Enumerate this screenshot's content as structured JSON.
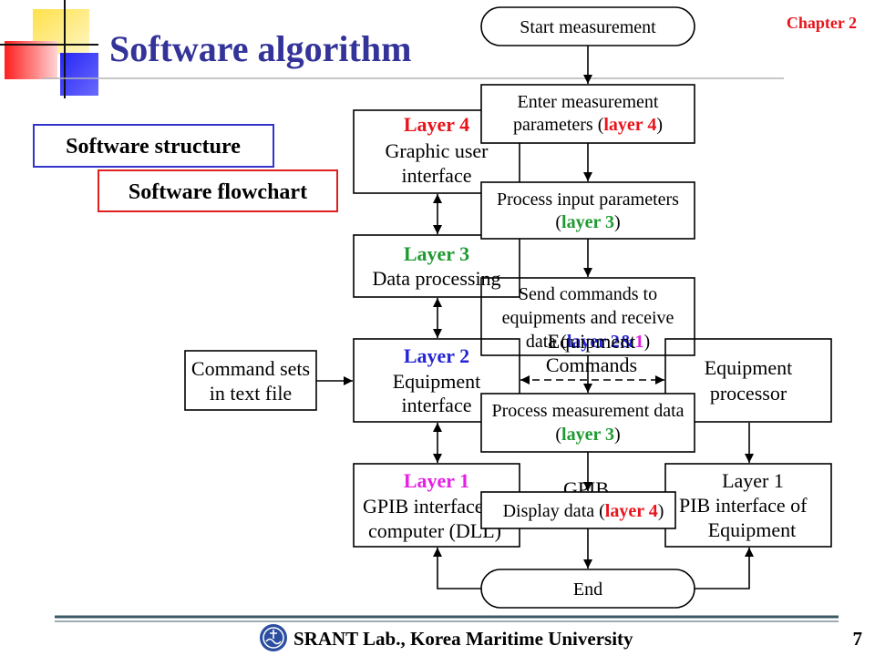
{
  "slide": {
    "title": "Software algorithm",
    "chapter": "Chapter 2",
    "footer": "SRANT Lab., Korea Maritime University",
    "page_number": "7"
  },
  "section_tabs": {
    "structure": "Software structure",
    "flowchart": "Software flowchart"
  },
  "structure": {
    "layer4": {
      "label": "Layer 4",
      "line1": "Graphic user",
      "line2": "interface"
    },
    "layer3": {
      "label": "Layer 3",
      "line1": "Data processing"
    },
    "layer2": {
      "label": "Layer 2",
      "line1": "Equipment",
      "line2": "interface"
    },
    "layer1_computer": {
      "label": "Layer 1",
      "line1": "GPIB interface",
      "line2": "computer (DLL)"
    },
    "command_sets": {
      "line1": "Command sets",
      "line2": "in text file"
    },
    "equipment_processor": {
      "line1": "Equipment",
      "line2": "processor"
    },
    "layer1_equipment": {
      "label": "Layer 1",
      "line1": "PIB interface of",
      "line2": "Equipment"
    },
    "commands_link": {
      "line1": "Equipment",
      "line2": "Commands"
    },
    "bus_label": "GPIB"
  },
  "flowchart": {
    "start": "Start measurement",
    "enter_parameters": {
      "line1": "Enter measurement",
      "line2_pre": "parameters (",
      "line2_layer": "layer 4",
      "line2_post": ")"
    },
    "process_input": {
      "line1": "Process input parameters",
      "line2_pre": "(",
      "line2_layer": "layer 3",
      "line2_post": ")"
    },
    "send_receive": {
      "line1": "Send commands to",
      "line2": "equipments and receive",
      "line3_pre": "data (",
      "line3_layer_a": "layer 2&",
      "line3_layer_b": "1",
      "line3_post": ")"
    },
    "process_measurement": {
      "line1": "Process measurement data",
      "line2_pre": "(",
      "line2_layer": "layer 3",
      "line2_post": ")"
    },
    "display": {
      "line1_pre": "Display data (",
      "line1_layer": "layer 4",
      "line1_post": ")"
    },
    "end": "End"
  },
  "icons": {
    "logo": "university-emblem-icon"
  },
  "colors": {
    "title": "#333399",
    "chapter": "#e8141c",
    "structure_border": "#3333cc",
    "flowchart_border": "#e02020",
    "layer4": "#e8141c",
    "layer3": "#1f9a32",
    "layer2": "#2424d6",
    "layer1": "#e61ee6"
  }
}
